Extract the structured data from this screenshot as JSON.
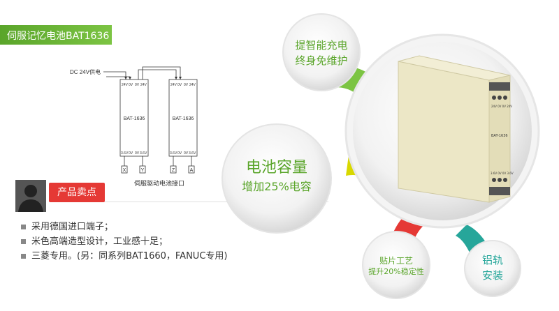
{
  "title": "伺服记忆电池BAT1636",
  "diagram": {
    "supply_label": "DC 24V供电",
    "module_name": "BAT-1636",
    "top_terminals": [
      "24V",
      "0V",
      "0V",
      "24V"
    ],
    "bottom_terminals": [
      "3.6V",
      "0V",
      "0V",
      "3.6V"
    ],
    "outputs": [
      "X",
      "Y",
      "Z",
      "A"
    ],
    "caption": "伺服驱动电池接口"
  },
  "selling_points": {
    "label": "产品卖点",
    "items": [
      "采用德国进口端子；",
      "米色高端造型设计，工业感十足；",
      "三菱专用。(另：同系列BAT1660，FANUC专用)"
    ]
  },
  "features": {
    "charge": {
      "line1": "提智能充电",
      "line2": "终身免维护"
    },
    "capacity": {
      "line1": "电池容量",
      "line2": "增加25%电容"
    },
    "smt": {
      "line1": "贴片工艺",
      "line2": "提升20%稳定性"
    },
    "rail": {
      "line1": "铝轨",
      "line2": "安装"
    }
  },
  "product_label": {
    "model": "BAT-1636",
    "top": "24V 0V 0V 24V",
    "bottom": "3.6V 0V 0V 3.6V"
  },
  "colors": {
    "green": "#7cc443",
    "yellow": "#d8d800",
    "red": "#e53935",
    "teal": "#26a69a"
  }
}
